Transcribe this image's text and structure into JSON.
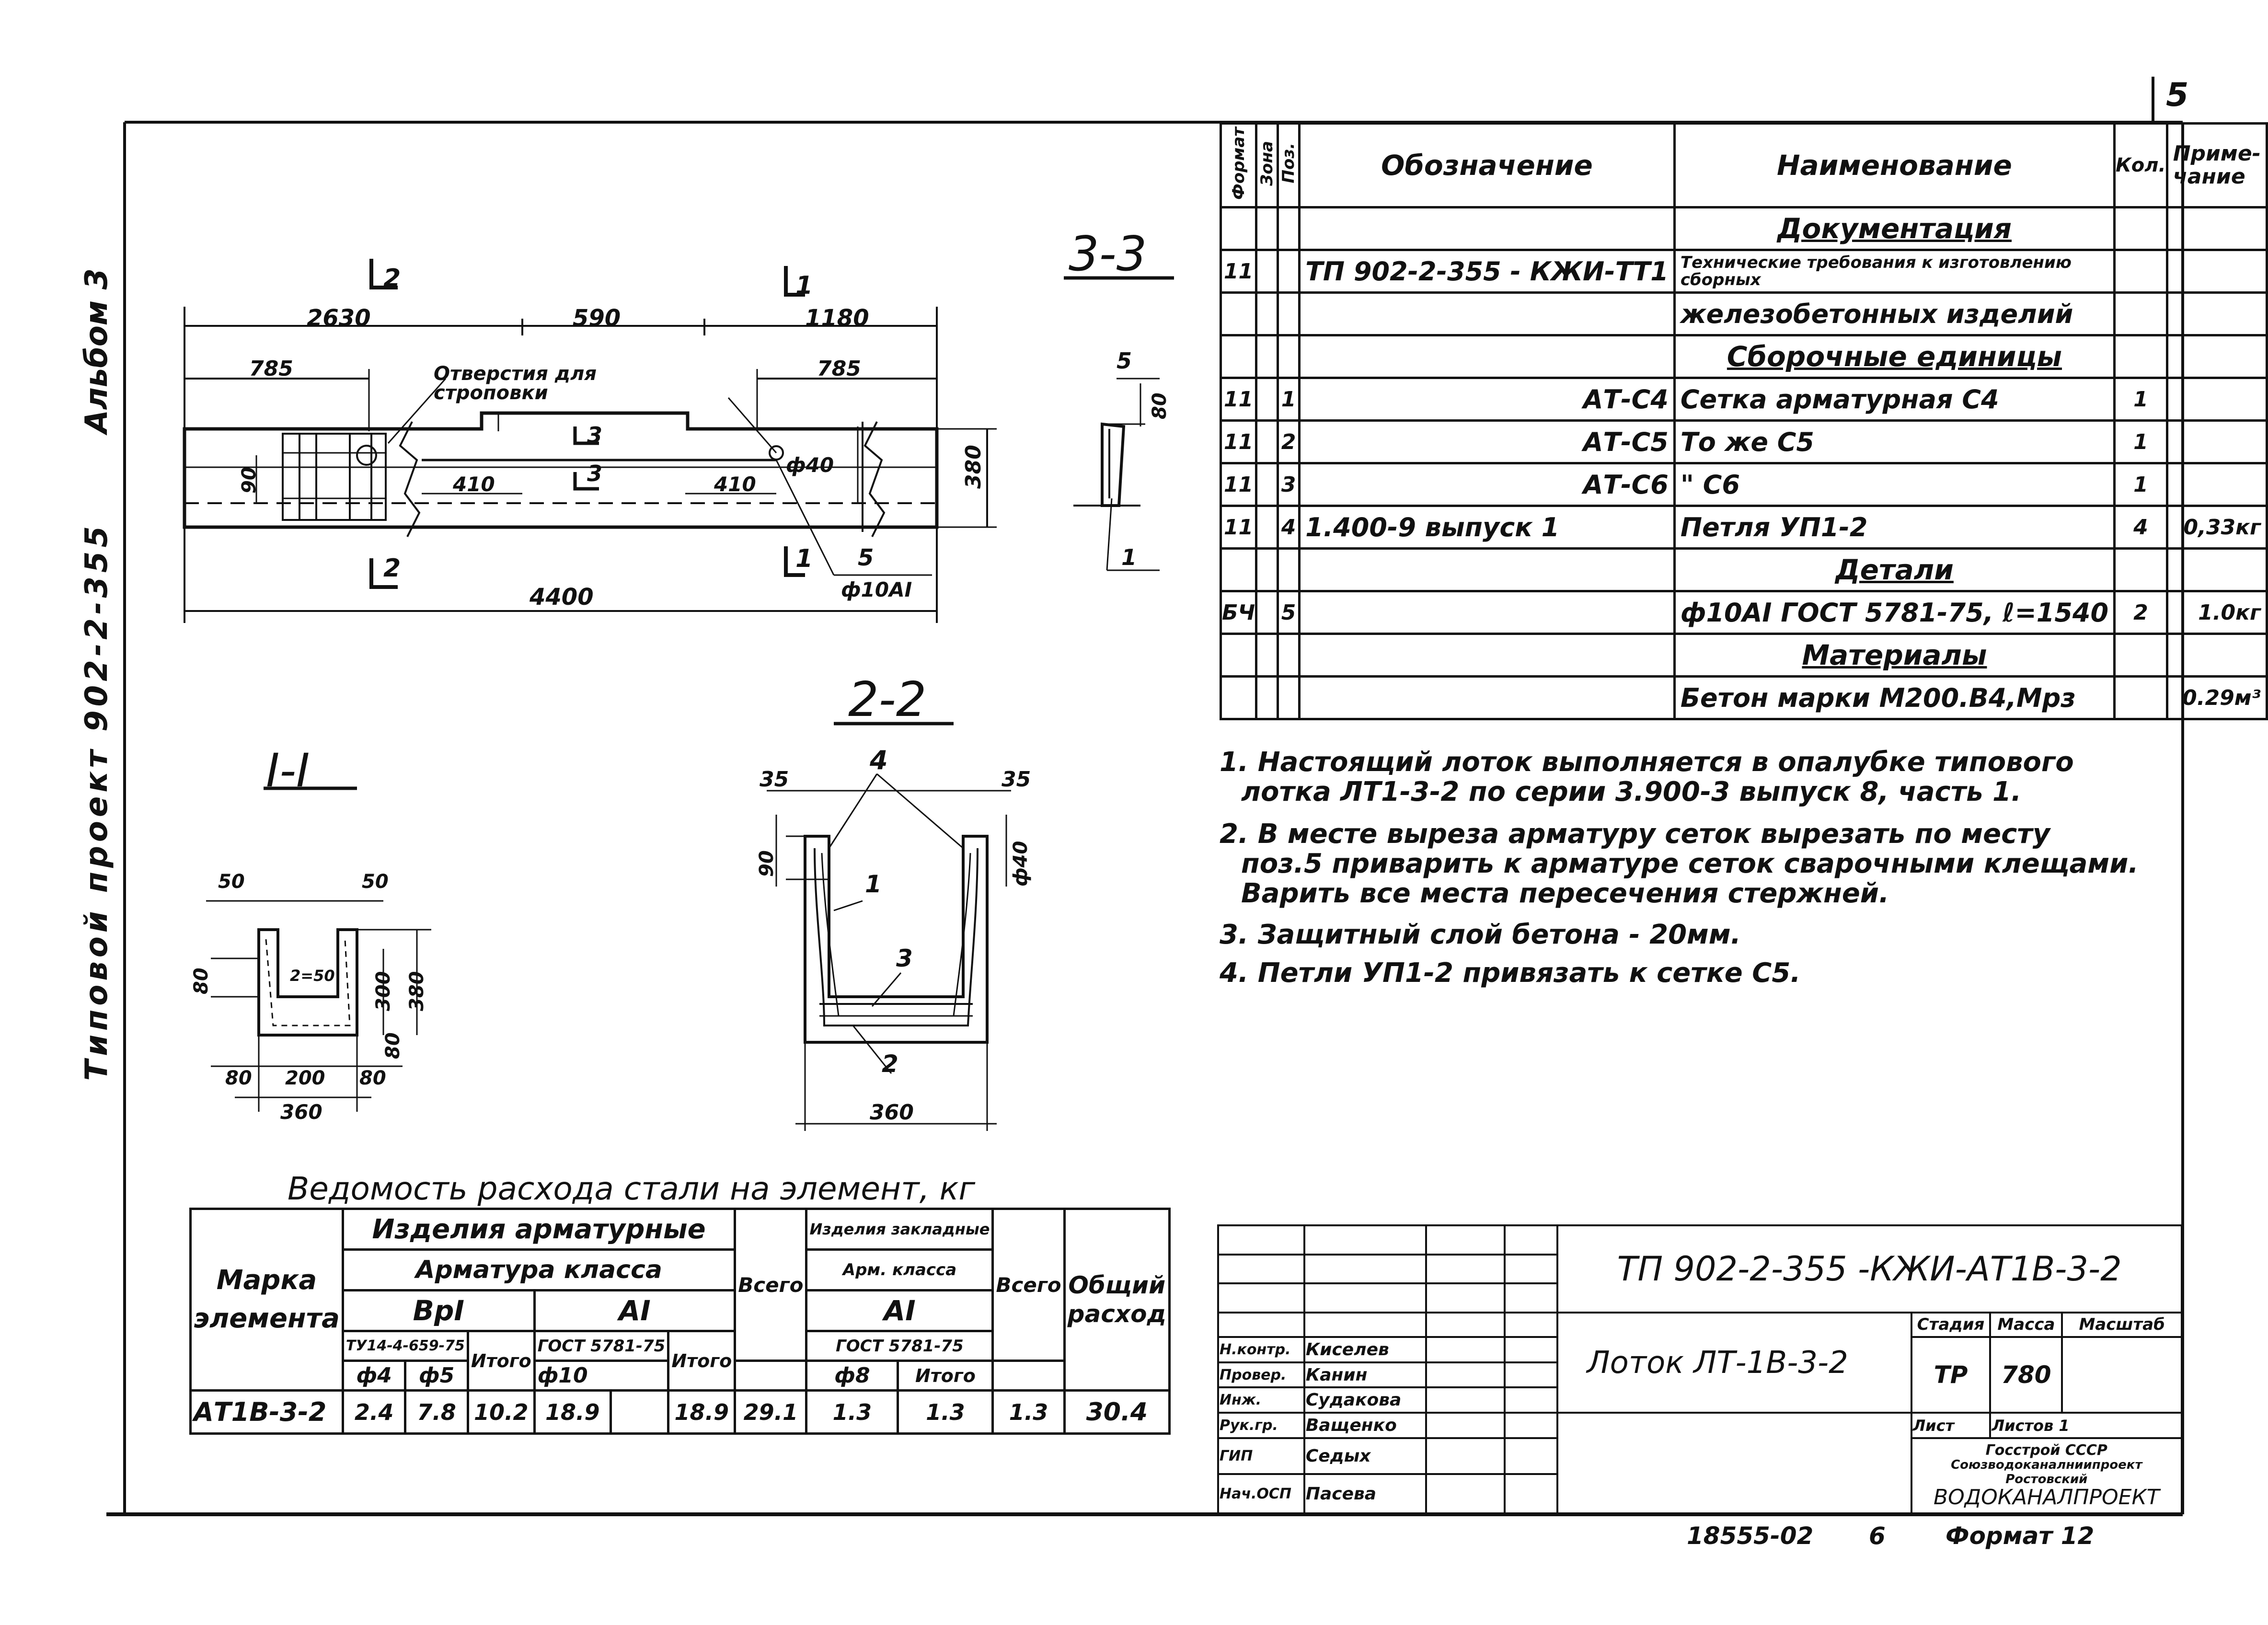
{
  "sheet": {
    "page_number": "5",
    "side_album": "Альбом 3",
    "side_project": "Типовой проект 902-2-355"
  },
  "plan": {
    "dims": [
      "2630",
      "590",
      "1180",
      "785",
      "785",
      "410",
      "410",
      "380",
      "90",
      "4400"
    ],
    "hole_label": "Отверстия для строповки",
    "callouts": [
      "ф40",
      "5",
      "ф10AI"
    ],
    "section_marks": [
      "2",
      "1",
      "3",
      "3",
      "2",
      "1"
    ]
  },
  "sections": {
    "s33": {
      "title": "3-3",
      "labels": [
        "5",
        "80",
        "1"
      ]
    },
    "s11": {
      "title": "I-I",
      "labels": [
        "50",
        "50",
        "80",
        "2=50",
        "300",
        "380",
        "80",
        "80",
        "200",
        "80",
        "360"
      ]
    },
    "s22": {
      "title": "2-2",
      "labels": [
        "35",
        "35",
        "4",
        "90",
        "ф40",
        "1",
        "3",
        "2",
        "360"
      ]
    }
  },
  "spec": {
    "headers": [
      "Формат",
      "Зона",
      "Поз.",
      "Обозначение",
      "Наименование",
      "Кол.",
      "Приме-чание"
    ],
    "rows": [
      {
        "f": "",
        "z": "",
        "p": "",
        "d": "",
        "n": "Документация",
        "q": "",
        "r": "",
        "hdr": true
      },
      {
        "f": "11",
        "z": "",
        "p": "",
        "d": "ТП 902-2-355 - КЖИ-ТТ1",
        "n": "Технические требования к изготовлению сборных",
        "q": "",
        "r": ""
      },
      {
        "f": "",
        "z": "",
        "p": "",
        "d": "",
        "n": "железобетонных изделий",
        "q": "",
        "r": ""
      },
      {
        "f": "",
        "z": "",
        "p": "",
        "d": "",
        "n": "Сборочные единицы",
        "q": "",
        "r": "",
        "hdr": true
      },
      {
        "f": "11",
        "z": "",
        "p": "1",
        "d": "АТ-С4",
        "n": "Сетка арматурная С4",
        "q": "1",
        "r": ""
      },
      {
        "f": "11",
        "z": "",
        "p": "2",
        "d": "АТ-С5",
        "n": "То же С5",
        "q": "1",
        "r": ""
      },
      {
        "f": "11",
        "z": "",
        "p": "3",
        "d": "АТ-С6",
        "n": "\" С6",
        "q": "1",
        "r": ""
      },
      {
        "f": "11",
        "z": "",
        "p": "4",
        "d": "1.400-9 выпуск 1",
        "n": "Петля УП1-2",
        "q": "4",
        "r": "0,33кг"
      },
      {
        "f": "",
        "z": "",
        "p": "",
        "d": "",
        "n": "Детали",
        "q": "",
        "r": "",
        "hdr": true
      },
      {
        "f": "БЧ",
        "z": "",
        "p": "5",
        "d": "",
        "n": "ф10AI ГОСТ 5781-75, ℓ=1540",
        "q": "2",
        "r": "1.0кг"
      },
      {
        "f": "",
        "z": "",
        "p": "",
        "d": "",
        "n": "Материалы",
        "q": "",
        "r": "",
        "hdr": true
      },
      {
        "f": "",
        "z": "",
        "p": "",
        "d": "",
        "n": "Бетон марки М200.В4,Мрз",
        "q": "",
        "r": "0.29м³"
      }
    ]
  },
  "notes": [
    "1. Настоящий лоток выполняется в опалубке типового",
    "лотка ЛТ1-3-2 по серии 3.900-3 выпуск 8, часть 1.",
    "2. В месте выреза арматуру сеток вырезать по месту",
    "поз.5 приварить к арматуре сеток сварочными клещами.",
    "Варить все места пересечения стержней.",
    "3. Защитный слой бетона - 20мм.",
    "4. Петли УП1-2 привязать к сетке С5."
  ],
  "steel": {
    "title": "Ведомость расхода стали на элемент, кг",
    "h_mark": "Марка элемента",
    "h_rebar": "Изделия арматурные",
    "h_emb": "Изделия закладные",
    "h_class": "Арматура класса",
    "h_embclass": "Арм. класса",
    "h_bp1": "ВрI",
    "h_a1": "AI",
    "h_a1e": "AI",
    "h_total": "Всего",
    "h_total2": "Всего",
    "h_overall": "Общий расход",
    "h_tu": "ТУ14-4-659-75",
    "h_gost": "ГОСТ 5781-75",
    "h_gost2": "ГОСТ 5781-75",
    "h_itogo1": "Итого",
    "h_itogo2": "Итого",
    "h_itogo3": "Итого",
    "h_d4": "ф4",
    "h_d5": "ф5",
    "h_d10": "ф10",
    "h_d8": "ф8",
    "row": [
      "АТ1В-3-2",
      "2.4",
      "7.8",
      "10.2",
      "18.9",
      "",
      "18.9",
      "29.1",
      "1.3",
      "1.3",
      "1.3",
      "30.4"
    ]
  },
  "titleblock": {
    "code": "ТП 902-2-355 -КЖИ-АТ1В-3-2",
    "name": "Лоток ЛТ-1В-3-2",
    "stage_h": "Стадия",
    "mass_h": "Масса",
    "scale_h": "Масштаб",
    "stage": "ТР",
    "mass": "780",
    "scale": "",
    "sheet_h": "Лист",
    "sheets_h": "Листов 1",
    "org1": "Госстрой СССР",
    "org2": "Союзводоканалниипроект",
    "org3": "Ростовский",
    "org4": "ВОДОКАНАЛПРОЕКТ",
    "people": [
      {
        "role": "Н.контр.",
        "name": "Киселев"
      },
      {
        "role": "Провер.",
        "name": "Канин"
      },
      {
        "role": "Инж.",
        "name": "Судакова"
      },
      {
        "role": "Рук.гр.",
        "name": "Ващенко"
      },
      {
        "role": "ГИП",
        "name": "Седых"
      },
      {
        "role": "Нач.ОСП",
        "name": "Пасева"
      }
    ]
  },
  "footer": {
    "num": "18555-02",
    "copy": "6",
    "format": "Формат 12"
  }
}
